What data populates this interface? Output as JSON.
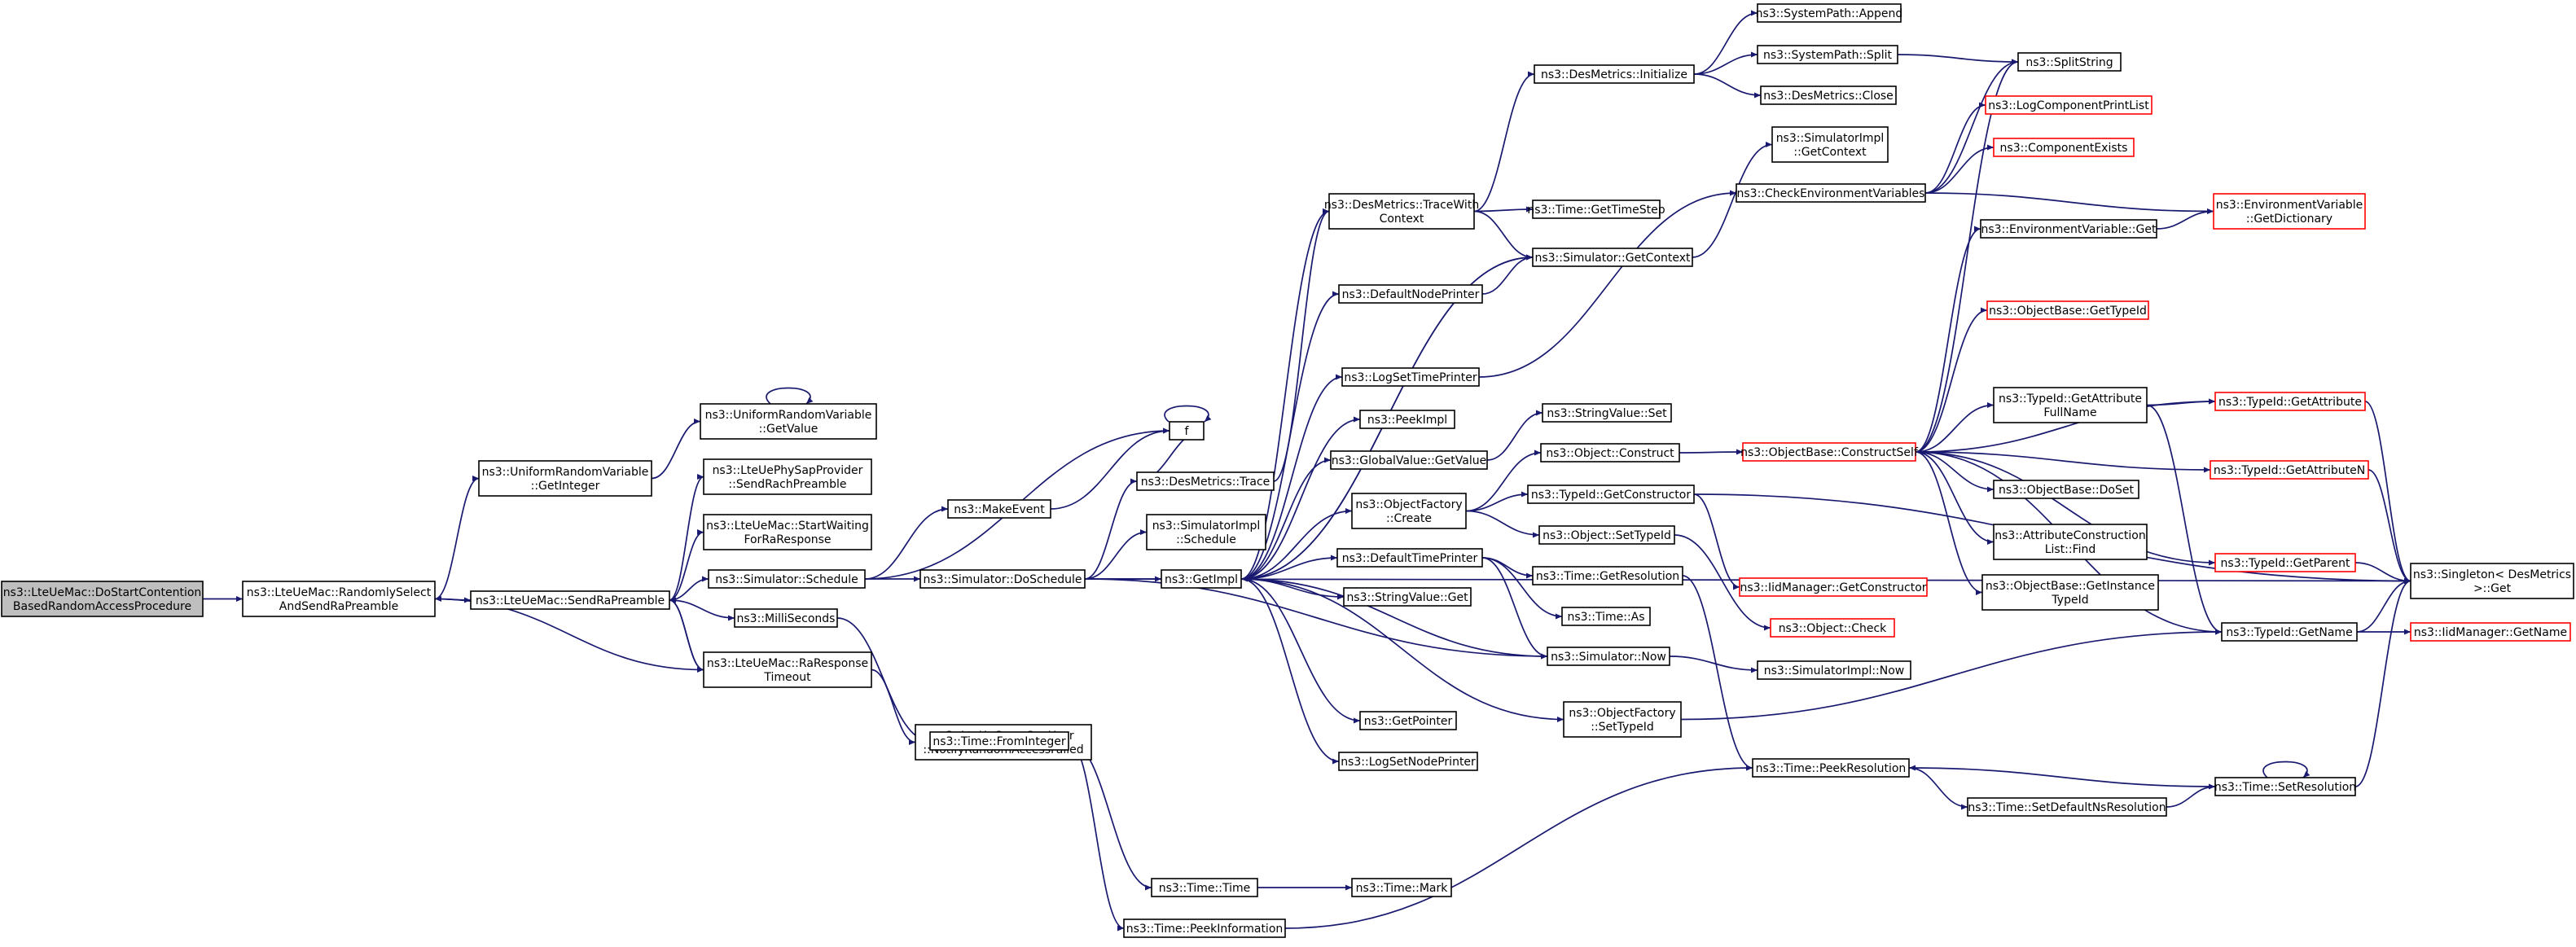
{
  "colors": {
    "edge": "#191970",
    "node_border": "#000000",
    "truncated_border": "#ff0000",
    "root_fill": "#bfbfbf",
    "node_fill": "#ffffff"
  },
  "nodes": [
    {
      "id": "root",
      "lines": [
        "ns3::LteUeMac::DoStartContention",
        "BasedRandomAccessProcedure"
      ],
      "root": true
    },
    {
      "id": "rsrp",
      "lines": [
        "ns3::LteUeMac::RandomlySelect",
        "AndSendRaPreamble"
      ]
    },
    {
      "id": "urvInt",
      "lines": [
        "ns3::UniformRandomVariable",
        "::GetInteger"
      ]
    },
    {
      "id": "urvVal",
      "lines": [
        "ns3::UniformRandomVariable",
        "::GetValue"
      ]
    },
    {
      "id": "sendRa",
      "lines": [
        "ns3::LteUeMac::SendRaPreamble"
      ]
    },
    {
      "id": "phySap",
      "lines": [
        "ns3::LteUePhySapProvider",
        "::SendRachPreamble"
      ]
    },
    {
      "id": "startWait",
      "lines": [
        "ns3::LteUeMac::StartWaiting",
        "ForRaResponse"
      ]
    },
    {
      "id": "raTimeout",
      "lines": [
        "ns3::LteUeMac::RaResponse",
        "Timeout"
      ]
    },
    {
      "id": "schedule",
      "lines": [
        "ns3::Simulator::Schedule"
      ]
    },
    {
      "id": "milli",
      "lines": [
        "ns3::MilliSeconds"
      ]
    },
    {
      "id": "makeEvent",
      "lines": [
        "ns3::MakeEvent"
      ]
    },
    {
      "id": "f",
      "lines": [
        "f"
      ]
    },
    {
      "id": "doSchedule",
      "lines": [
        "ns3::Simulator::DoSchedule"
      ]
    },
    {
      "id": "notifyRa",
      "lines": [
        "ns3::LteUeCmacSapUser",
        "::NotifyRandomAccessFailed"
      ]
    },
    {
      "id": "fromInt",
      "lines": [
        "ns3::Time::FromInteger"
      ]
    },
    {
      "id": "desTrace",
      "lines": [
        "ns3::DesMetrics::Trace"
      ]
    },
    {
      "id": "simImplSched",
      "lines": [
        "ns3::SimulatorImpl",
        "::Schedule"
      ]
    },
    {
      "id": "getImpl",
      "lines": [
        "ns3::GetImpl"
      ]
    },
    {
      "id": "timeTime",
      "lines": [
        "ns3::Time::Time"
      ]
    },
    {
      "id": "peekInfo",
      "lines": [
        "ns3::Time::PeekInformation"
      ]
    },
    {
      "id": "timeMark",
      "lines": [
        "ns3::Time::Mark"
      ]
    },
    {
      "id": "traceWithCtx",
      "lines": [
        "ns3::DesMetrics::TraceWith",
        "Context"
      ]
    },
    {
      "id": "defNodePrinter",
      "lines": [
        "ns3::DefaultNodePrinter"
      ]
    },
    {
      "id": "logSetTime",
      "lines": [
        "ns3::LogSetTimePrinter"
      ]
    },
    {
      "id": "peekImpl",
      "lines": [
        "ns3::PeekImpl"
      ]
    },
    {
      "id": "gvGetValue",
      "lines": [
        "ns3::GlobalValue::GetValue"
      ]
    },
    {
      "id": "ofCreate",
      "lines": [
        "ns3::ObjectFactory",
        "::Create"
      ]
    },
    {
      "id": "defTimePrinter",
      "lines": [
        "ns3::DefaultTimePrinter"
      ]
    },
    {
      "id": "svGet",
      "lines": [
        "ns3::StringValue::Get"
      ]
    },
    {
      "id": "getPointer",
      "lines": [
        "ns3::GetPointer"
      ]
    },
    {
      "id": "logSetNode",
      "lines": [
        "ns3::LogSetNodePrinter"
      ]
    },
    {
      "id": "desInit",
      "lines": [
        "ns3::DesMetrics::Initialize"
      ]
    },
    {
      "id": "timeStep",
      "lines": [
        "ns3::Time::GetTimeStep"
      ]
    },
    {
      "id": "getContext",
      "lines": [
        "ns3::Simulator::GetContext"
      ]
    },
    {
      "id": "svSet",
      "lines": [
        "ns3::StringValue::Set"
      ]
    },
    {
      "id": "objConstruct",
      "lines": [
        "ns3::Object::Construct"
      ]
    },
    {
      "id": "tidGetCtor",
      "lines": [
        "ns3::TypeId::GetConstructor"
      ]
    },
    {
      "id": "objSetTid",
      "lines": [
        "ns3::Object::SetTypeId"
      ]
    },
    {
      "id": "getRes",
      "lines": [
        "ns3::Time::GetResolution"
      ]
    },
    {
      "id": "timeAs",
      "lines": [
        "ns3::Time::As"
      ]
    },
    {
      "id": "simNow",
      "lines": [
        "ns3::Simulator::Now"
      ]
    },
    {
      "id": "ofSetTid",
      "lines": [
        "ns3::ObjectFactory",
        "::SetTypeId"
      ]
    },
    {
      "id": "peekRes",
      "lines": [
        "ns3::Time::PeekResolution"
      ]
    },
    {
      "id": "sysAppend",
      "lines": [
        "ns3::SystemPath::Append"
      ]
    },
    {
      "id": "sysSplit",
      "lines": [
        "ns3::SystemPath::Split"
      ]
    },
    {
      "id": "desClose",
      "lines": [
        "ns3::DesMetrics::Close"
      ]
    },
    {
      "id": "simImplCtx",
      "lines": [
        "ns3::SimulatorImpl",
        "::GetContext"
      ]
    },
    {
      "id": "checkEnv",
      "lines": [
        "ns3::CheckEnvironmentVariables"
      ]
    },
    {
      "id": "objBaseCtor",
      "lines": [
        "ns3::ObjectBase::ConstructSelf"
      ],
      "truncated": true
    },
    {
      "id": "iidGetCtor",
      "lines": [
        "ns3::IidManager::GetConstructor"
      ],
      "truncated": true
    },
    {
      "id": "objCheck",
      "lines": [
        "ns3::Object::Check"
      ],
      "truncated": true
    },
    {
      "id": "simImplNow",
      "lines": [
        "ns3::SimulatorImpl::Now"
      ]
    },
    {
      "id": "setDefNs",
      "lines": [
        "ns3::Time::SetDefaultNsResolution"
      ]
    },
    {
      "id": "splitString",
      "lines": [
        "ns3::SplitString"
      ]
    },
    {
      "id": "logCompList",
      "lines": [
        "ns3::LogComponentPrintList"
      ],
      "truncated": true
    },
    {
      "id": "compExists",
      "lines": [
        "ns3::ComponentExists"
      ],
      "truncated": true
    },
    {
      "id": "envGet",
      "lines": [
        "ns3::EnvironmentVariable::Get"
      ]
    },
    {
      "id": "obGetTid",
      "lines": [
        "ns3::ObjectBase::GetTypeId"
      ],
      "truncated": true
    },
    {
      "id": "tidAttrFull",
      "lines": [
        "ns3::TypeId::GetAttribute",
        "FullName"
      ]
    },
    {
      "id": "obDoSet",
      "lines": [
        "ns3::ObjectBase::DoSet"
      ]
    },
    {
      "id": "attrFind",
      "lines": [
        "ns3::AttributeConstruction",
        "List::Find"
      ]
    },
    {
      "id": "obGetInst",
      "lines": [
        "ns3::ObjectBase::GetInstance",
        "TypeId"
      ]
    },
    {
      "id": "tidGetName",
      "lines": [
        "ns3::TypeId::GetName"
      ]
    },
    {
      "id": "setRes",
      "lines": [
        "ns3::Time::SetResolution"
      ]
    },
    {
      "id": "envDict",
      "lines": [
        "ns3::EnvironmentVariable",
        "::GetDictionary"
      ],
      "truncated": true
    },
    {
      "id": "tidGetAttr",
      "lines": [
        "ns3::TypeId::GetAttribute"
      ],
      "truncated": true
    },
    {
      "id": "tidGetAttrN",
      "lines": [
        "ns3::TypeId::GetAttributeN"
      ],
      "truncated": true
    },
    {
      "id": "tidGetParent",
      "lines": [
        "ns3::TypeId::GetParent"
      ],
      "truncated": true
    },
    {
      "id": "singleton",
      "lines": [
        "ns3::Singleton< DesMetrics",
        ">::Get"
      ]
    },
    {
      "id": "iidGetName",
      "lines": [
        "ns3::IidManager::GetName"
      ],
      "truncated": true
    }
  ]
}
